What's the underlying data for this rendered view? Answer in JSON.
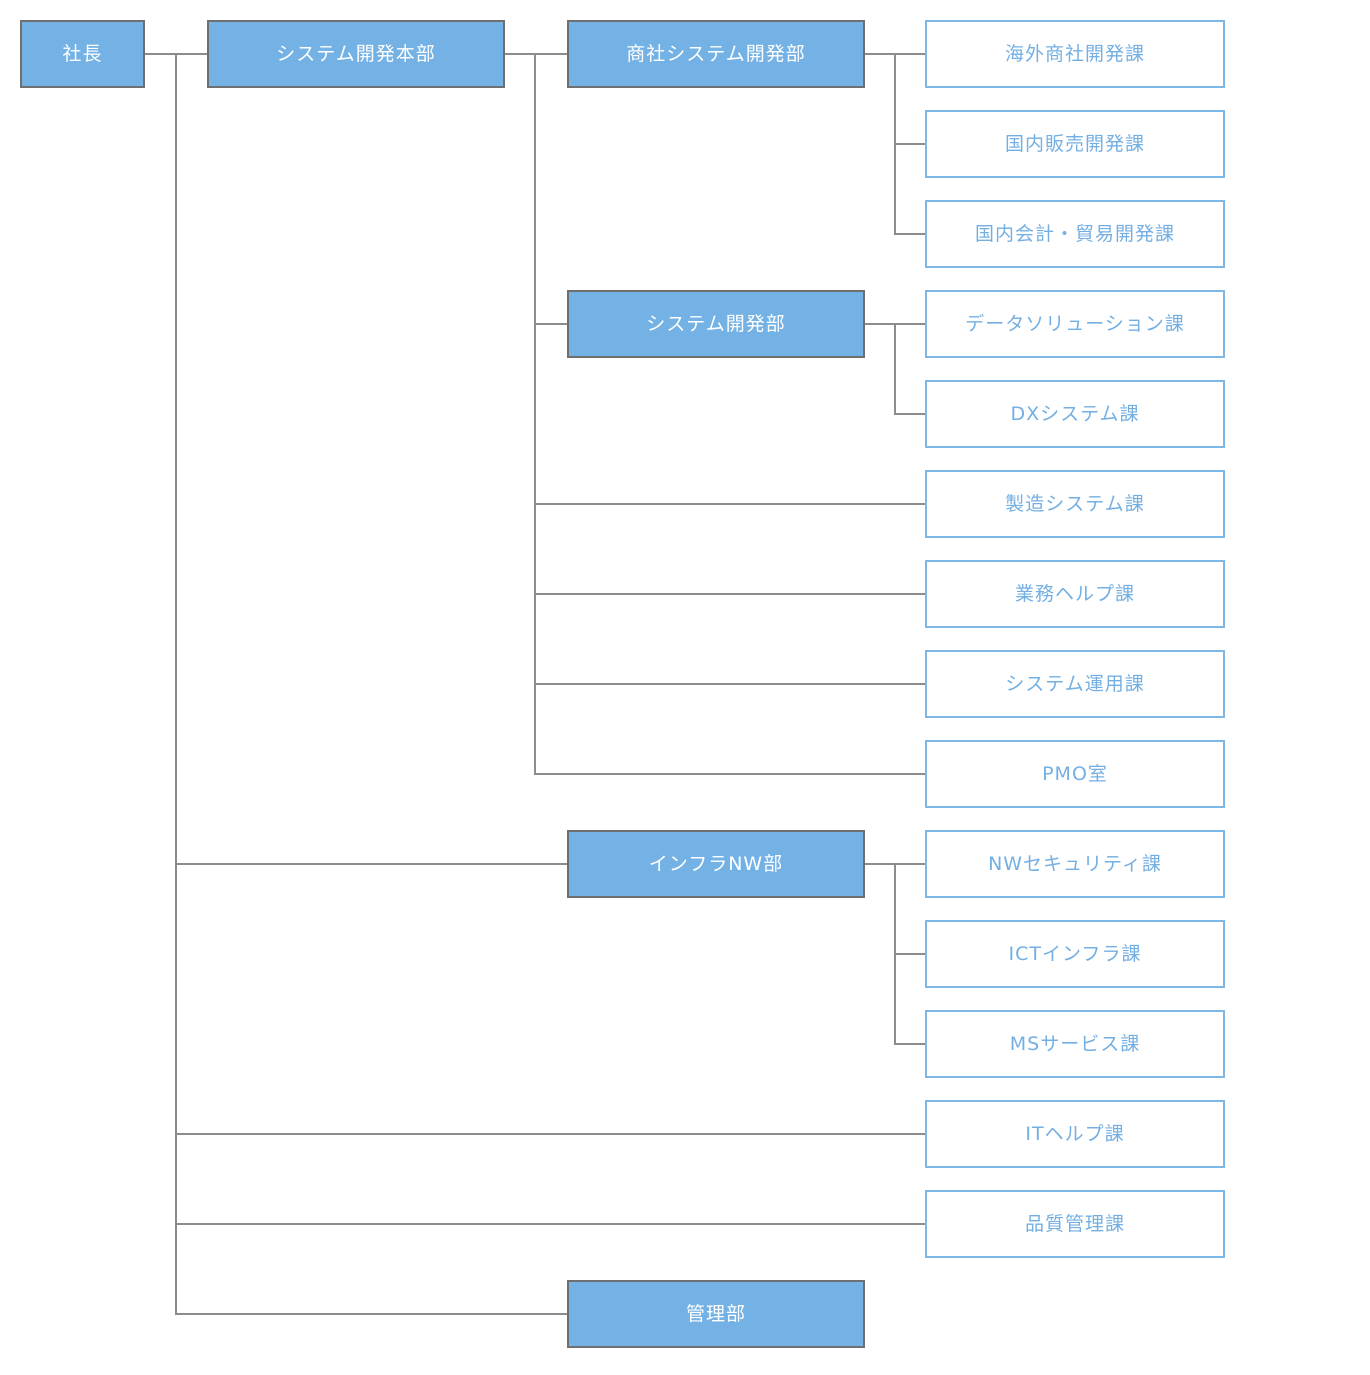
{
  "diagram_type": "organization-chart",
  "language": "ja",
  "colors": {
    "background": "#ffffff",
    "node_fill": "#74b2e5",
    "node_border_filled": "#6f6f6f",
    "node_text_filled": "#ffffff",
    "node_border_outlined": "#7db7e6",
    "node_text_outlined": "#74afe3",
    "connector": "#8c8c8c"
  },
  "nodes": {
    "president": {
      "label": "社長",
      "style": "filled"
    },
    "system_dev_hq": {
      "label": "システム開発本部",
      "style": "filled"
    },
    "trading_system_dev_dept": {
      "label": "商社システム開発部",
      "style": "filled"
    },
    "overseas_trading_dev": {
      "label": "海外商社開発課",
      "style": "outlined"
    },
    "domestic_sales_dev": {
      "label": "国内販売開発課",
      "style": "outlined"
    },
    "domestic_accounting_trade_dev": {
      "label": "国内会計・貿易開発課",
      "style": "outlined"
    },
    "system_dev_dept": {
      "label": "システム開発部",
      "style": "filled"
    },
    "data_solution": {
      "label": "データソリューション課",
      "style": "outlined"
    },
    "dx_system": {
      "label": "DXシステム課",
      "style": "outlined"
    },
    "manufacturing_system": {
      "label": "製造システム課",
      "style": "outlined"
    },
    "business_help": {
      "label": "業務ヘルプ課",
      "style": "outlined"
    },
    "system_operation": {
      "label": "システム運用課",
      "style": "outlined"
    },
    "pmo_office": {
      "label": "PMO室",
      "style": "outlined"
    },
    "infra_nw_dept": {
      "label": "インフラNW部",
      "style": "filled"
    },
    "nw_security": {
      "label": "NWセキュリティ課",
      "style": "outlined"
    },
    "ict_infra": {
      "label": "ICTインフラ課",
      "style": "outlined"
    },
    "ms_service": {
      "label": "MSサービス課",
      "style": "outlined"
    },
    "it_help": {
      "label": "ITヘルプ課",
      "style": "outlined"
    },
    "quality_management": {
      "label": "品質管理課",
      "style": "outlined"
    },
    "admin_dept": {
      "label": "管理部",
      "style": "filled"
    }
  },
  "hierarchy": {
    "label": "社長",
    "children": [
      {
        "label": "システム開発本部",
        "children": [
          {
            "label": "商社システム開発部",
            "children": [
              {
                "label": "海外商社開発課"
              },
              {
                "label": "国内販売開発課"
              },
              {
                "label": "国内会計・貿易開発課"
              }
            ]
          },
          {
            "label": "システム開発部",
            "children": [
              {
                "label": "データソリューション課"
              },
              {
                "label": "DXシステム課"
              }
            ]
          },
          {
            "label": "製造システム課"
          },
          {
            "label": "業務ヘルプ課"
          },
          {
            "label": "システム運用課"
          },
          {
            "label": "PMO室"
          }
        ]
      },
      {
        "label": "インフラNW部",
        "children": [
          {
            "label": "NWセキュリティ課"
          },
          {
            "label": "ICTインフラ課"
          },
          {
            "label": "MSサービス課"
          }
        ]
      },
      {
        "label": "ITヘルプ課"
      },
      {
        "label": "品質管理課"
      },
      {
        "label": "管理部"
      }
    ]
  }
}
